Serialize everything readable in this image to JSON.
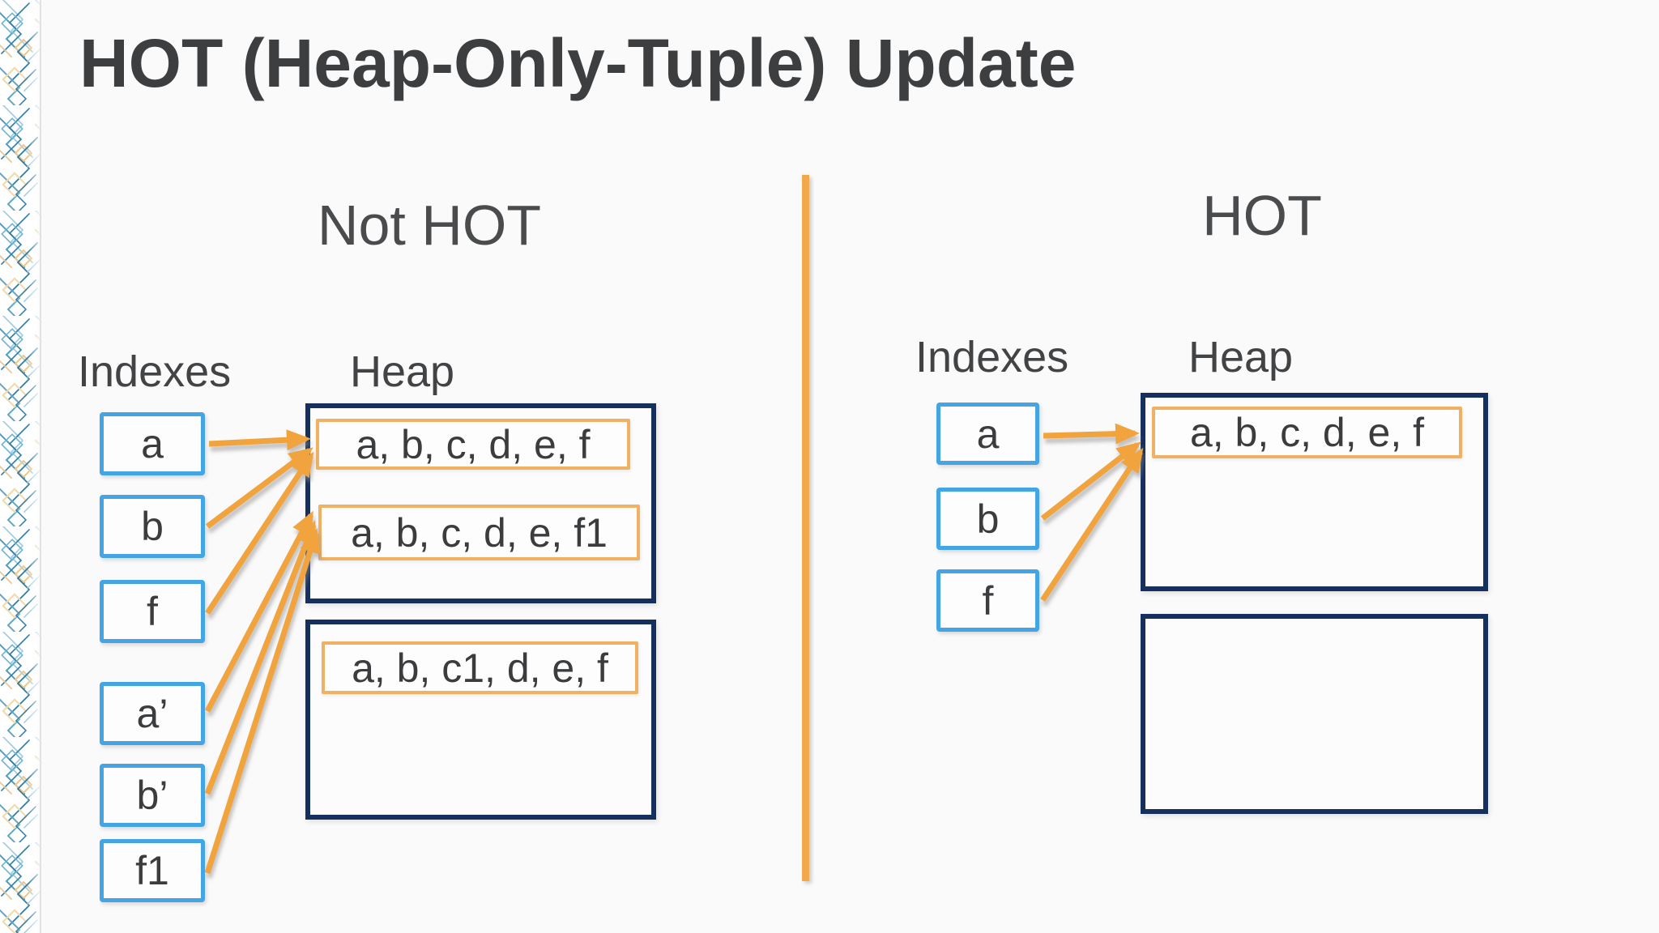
{
  "slide": {
    "title": "HOT (Heap-Only-Tuple) Update"
  },
  "left_panel": {
    "heading": "Not HOT",
    "indexes_label": "Indexes",
    "heap_label": "Heap",
    "index_entries": [
      "a",
      "b",
      "f",
      "a’",
      "b’",
      "f1"
    ],
    "heap_pages": [
      {
        "tuples": [
          "a, b, c, d, e, f",
          "a, b, c, d, e, f1"
        ]
      },
      {
        "tuples": [
          "a, b, c1, d, e, f"
        ]
      }
    ]
  },
  "right_panel": {
    "heading": "HOT",
    "indexes_label": "Indexes",
    "heap_label": "Heap",
    "index_entries": [
      "a",
      "b",
      "f"
    ],
    "heap_pages": [
      {
        "tuples": [
          "a, b, c, d, e, f"
        ]
      },
      {
        "tuples": []
      }
    ]
  },
  "colors": {
    "arrow_orange": "#f1a33c",
    "divider_orange": "#f2a94c",
    "tuple_border_orange": "#efb163",
    "index_border_blue": "#44a5e5",
    "heap_border_navy": "#16305e",
    "text_dark_gray": "#3d3e40"
  }
}
